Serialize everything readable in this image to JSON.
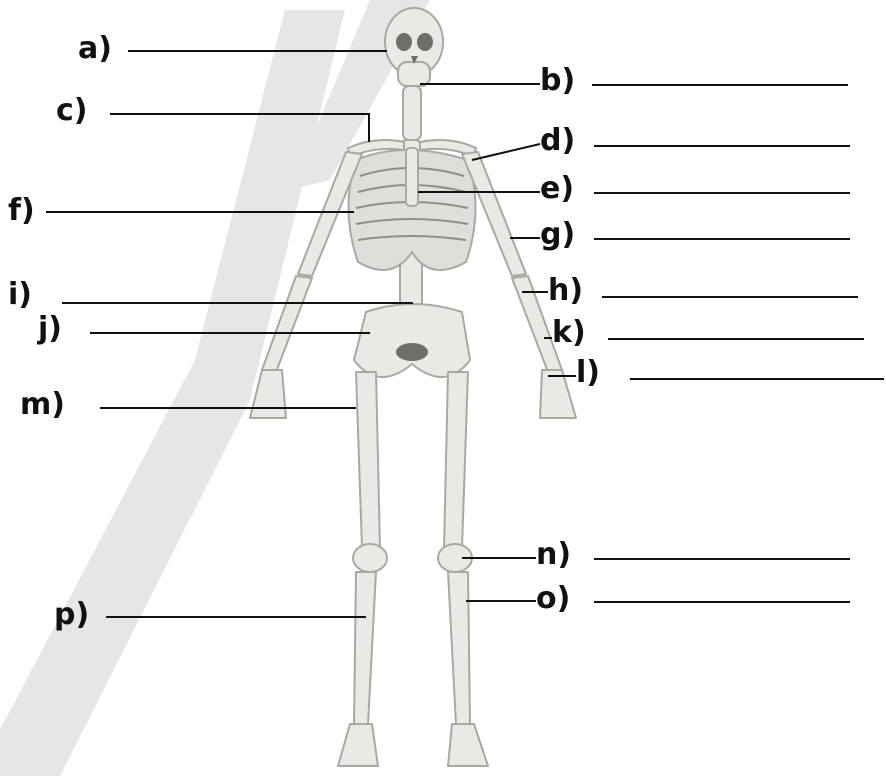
{
  "worksheet": {
    "watermark_text": "SAMPLE",
    "labels": [
      "a)",
      "b)",
      "c)",
      "d)",
      "e)",
      "f)",
      "g)",
      "h)",
      "i)",
      "j)",
      "k)",
      "l)",
      "m)",
      "n)",
      "o)",
      "p)"
    ]
  },
  "colors": {
    "bone": "#e9e9e6",
    "bone_shadow": "#a9a9a4",
    "watermark": "#e6e6e6",
    "ink": "#111111"
  }
}
